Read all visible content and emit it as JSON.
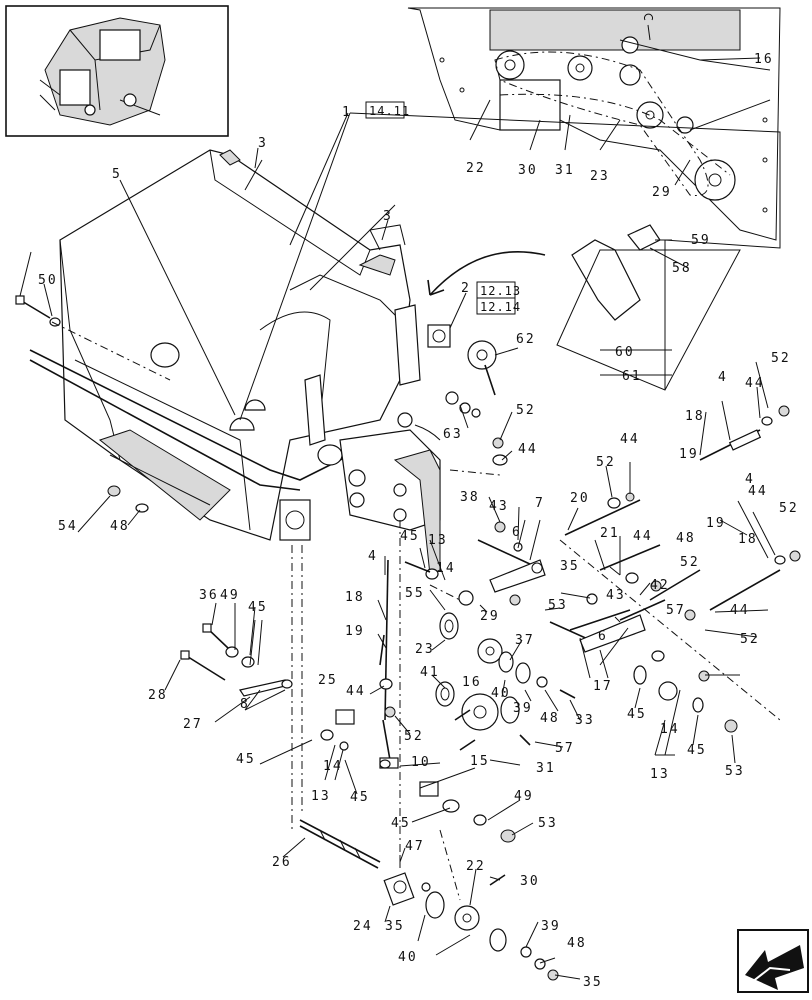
{
  "diagram": {
    "labels": [
      "1",
      "2",
      "3",
      "3",
      "4",
      "4",
      "4",
      "5",
      "6",
      "6",
      "7",
      "8",
      "10",
      "13",
      "13",
      "13",
      "13",
      "14",
      "14",
      "14",
      "14",
      "15",
      "16",
      "16",
      "17",
      "18",
      "18",
      "18",
      "19",
      "19",
      "19",
      "20",
      "21",
      "22",
      "22",
      "23",
      "23",
      "24",
      "25",
      "26",
      "27",
      "28",
      "29",
      "29",
      "30",
      "30",
      "31",
      "31",
      "33",
      "35",
      "35",
      "35",
      "35",
      "36",
      "37",
      "37",
      "38",
      "39",
      "39",
      "40",
      "40",
      "41",
      "42",
      "43",
      "43",
      "44",
      "44",
      "44",
      "44",
      "44",
      "44",
      "44",
      "45",
      "45",
      "45",
      "45",
      "45",
      "45",
      "45",
      "45",
      "47",
      "48",
      "48",
      "48",
      "48",
      "49",
      "49",
      "50",
      "52",
      "52",
      "52",
      "52",
      "52",
      "52",
      "52",
      "53",
      "53",
      "53",
      "54",
      "55",
      "57",
      "57",
      "58",
      "59",
      "60",
      "61",
      "62",
      "63"
    ],
    "ref_boxes": [
      "14.11",
      "12.13",
      "12.14"
    ],
    "thumbnail_icon": "baler-overview-icon",
    "nav_icon": "previous-page-arrow-icon"
  }
}
